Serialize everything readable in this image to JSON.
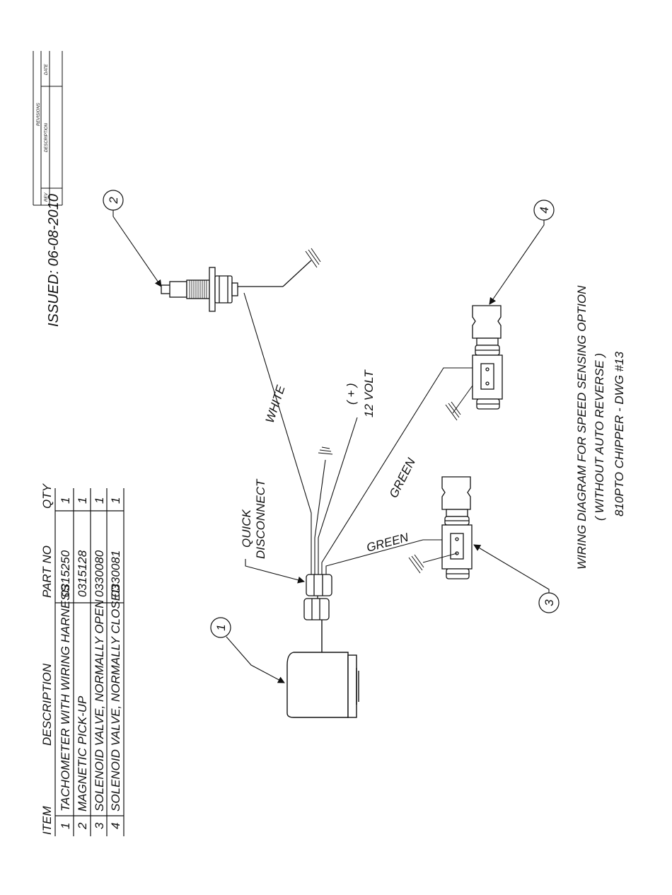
{
  "bom": {
    "headers": {
      "item": "ITEM",
      "description": "DESCRIPTION",
      "part_no": "PART NO",
      "qty": "QTY"
    },
    "rows": [
      {
        "item": "1",
        "description": "TACHOMETER WITH WIRING HARNESS",
        "part_no": "0315250",
        "qty": "1"
      },
      {
        "item": "2",
        "description": "MAGNETIC PICK-UP",
        "part_no": "0315128",
        "qty": "1"
      },
      {
        "item": "3",
        "description": "SOLENOID VALVE, NORMALLY OPEN",
        "part_no": "0330080",
        "qty": "1"
      },
      {
        "item": "4",
        "description": "SOLENOID VALVE, NORMALLY CLOSED",
        "part_no": "0330081",
        "qty": "1"
      }
    ]
  },
  "issued": "ISSUED: 06-08-2010",
  "revisions": {
    "title": "REVISIONS",
    "rev": "REV",
    "description": "DESCRIPTION",
    "date": "DATE"
  },
  "labels": {
    "white": "WHITE",
    "green_upper": "GREEN",
    "green_lower": "GREEN",
    "plus": "( + )",
    "volt": "12 VOLT",
    "quick": "QUICK",
    "disconnect": "DISCONNECT"
  },
  "callouts": [
    "1",
    "2",
    "3",
    "4"
  ],
  "title_block": {
    "line1": "WIRING DIAGRAM FOR SPEED SENSING OPTION",
    "line2": "( WITHOUT AUTO REVERSE )",
    "line3": "810PTO CHIPPER - DWG #13"
  }
}
